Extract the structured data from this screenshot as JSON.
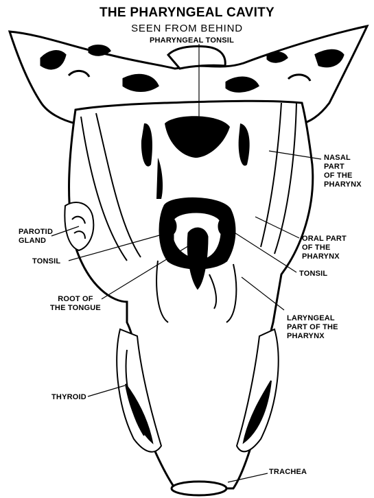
{
  "title": "THE PHARYNGEAL CAVITY",
  "subtitle": "SEEN FROM BEHIND",
  "labels": {
    "pharyngeal_tonsil": "PHARYNGEAL TONSIL",
    "nasal_part": [
      "NASAL",
      "PART",
      "OF THE",
      "PHARYNX"
    ],
    "parotid_gland": [
      "PAROTID",
      "GLAND"
    ],
    "oral_part": [
      "ORAL PART",
      "OF THE",
      "PHARYNX"
    ],
    "tonsil_left": "TONSIL",
    "tonsil_right": "TONSIL",
    "root_of_tongue": [
      "ROOT OF",
      "THE TONGUE"
    ],
    "laryngeal_part": [
      "LARYNGEAL",
      "PART OF THE",
      "PHARYNX"
    ],
    "thyroid": "THYROID",
    "trachea": "TRACHEA"
  }
}
